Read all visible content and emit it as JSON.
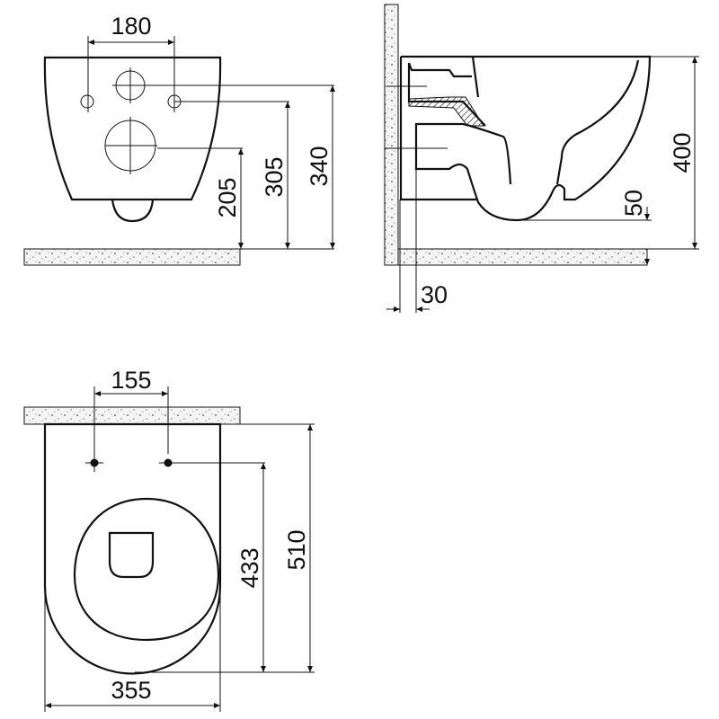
{
  "front_view": {
    "dim_bolt_spacing": "180",
    "dim_lower_outlet_height": "205",
    "dim_upper_hole_height": "305",
    "dim_inlet_height": "340"
  },
  "side_view": {
    "dim_total_height": "400",
    "dim_bottom_clearance": "50",
    "dim_wall_offset": "30"
  },
  "top_view": {
    "dim_seat_bolt_spacing": "155",
    "dim_bolt_to_front": "433",
    "dim_total_length": "510",
    "dim_width": "355"
  },
  "colors": {
    "line": "#111111",
    "background": "#ffffff"
  }
}
